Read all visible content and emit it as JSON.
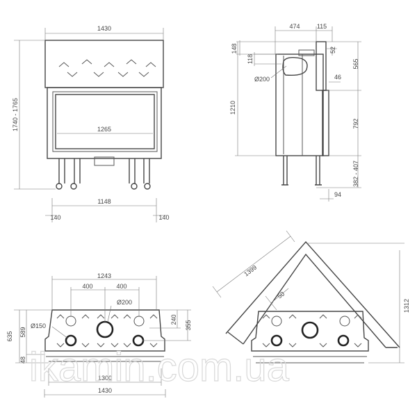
{
  "front_view": {
    "width_total": "1430",
    "height_range": "1740 - 1765",
    "glass_width": "1265",
    "leg_span": "1148",
    "left_offset": "140",
    "right_offset": "140"
  },
  "side_view": {
    "depth": "474",
    "chimney_depth": "115",
    "top_offset": "148",
    "flue_offset": "118",
    "flue_diameter": "Ø200",
    "body_height": "1210",
    "upper_height": "565",
    "gap_top": "52",
    "step": "46",
    "lower_height": "792",
    "leg_height": "382 - 407",
    "leg_offset": "94"
  },
  "top_view": {
    "outlet_span": "1243",
    "spacing_left": "400",
    "spacing_right": "400",
    "main_outlet": "Ø200",
    "side_outlet": "Ø150",
    "depth_total": "635",
    "depth_body": "589",
    "front_depth": "48",
    "rear_offset_small": "240",
    "rear_offset_large": "355",
    "inner_width": "1300",
    "outer_width": "1430"
  },
  "corner_view": {
    "diagonal": "1399",
    "angle": "50",
    "depth": "1312"
  },
  "watermark": "ikamin.com.ua"
}
